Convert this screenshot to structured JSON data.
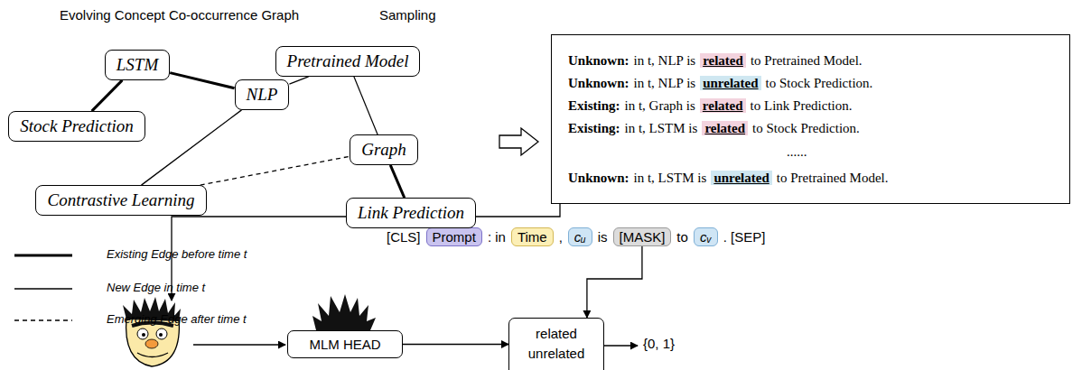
{
  "diagram": {
    "nodes": [
      {
        "text": [
          "LSTM"
        ]
      },
      {
        "text": [
          "Pretrained Model"
        ]
      },
      {
        "text": [
          "NLP"
        ]
      },
      {
        "text": [
          "Stock Prediction"
        ]
      },
      {
        "text": [
          "Graph"
        ]
      },
      {
        "text": [
          "Contrastive Learning"
        ]
      },
      {
        "text": [
          "Link Prediction"
        ]
      },
      {
        "text": [
          "Unknown:",
          "in t, NLP is",
          "related",
          "to Pretrained Model.",
          "Unknown:",
          "in t, NLP is",
          "unrelated",
          "to Stock Prediction.",
          "Existing:",
          "in t, Graph is",
          "related",
          "to Link Prediction.",
          "Existing:",
          "in t, LSTM is",
          "related",
          "to Stock Prediction.",
          "......",
          "Unknown:",
          "in t, LSTM is",
          "unrelated",
          "to Pretrained Model."
        ]
      },
      {
        "text": [
          "Prompt"
        ]
      },
      {
        "text": [
          "Time"
        ]
      },
      {
        "text": [
          "cᵤ"
        ]
      },
      {
        "text": [
          "[MASK]"
        ]
      },
      {
        "text": [
          "cᵥ"
        ]
      },
      {
        "text": [
          "MLM HEAD"
        ]
      },
      {
        "text": [
          "related",
          "unrelated"
        ]
      }
    ],
    "edges": [
      {
        "from": 0,
        "to": 2,
        "arrow": "none"
      },
      {
        "from": 0,
        "to": 3,
        "arrow": "none"
      },
      {
        "from": 2,
        "to": 1,
        "arrow": "none"
      },
      {
        "from": 2,
        "to": 5,
        "arrow": "none"
      },
      {
        "from": 1,
        "to": 4,
        "arrow": "none"
      },
      {
        "from": 4,
        "to": 6,
        "arrow": "none"
      },
      {
        "from": 5,
        "to": 4,
        "arrow": "none"
      },
      {
        "from": 11,
        "to": 14,
        "arrow": "to"
      },
      {
        "from": 13,
        "to": 14,
        "arrow": "to"
      }
    ],
    "labels": [
      "Evolving Concept Co-occurrence Graph",
      "Sampling",
      "[CLS]",
      ": in",
      ",",
      "is",
      "to",
      ". [SEP]",
      "{0, 1}"
    ],
    "legend": [
      {
        "text": "Existing Edge before time t"
      },
      {
        "text": "New Edge in time t"
      },
      {
        "text": "Emerging Edge after time t"
      }
    ]
  }
}
